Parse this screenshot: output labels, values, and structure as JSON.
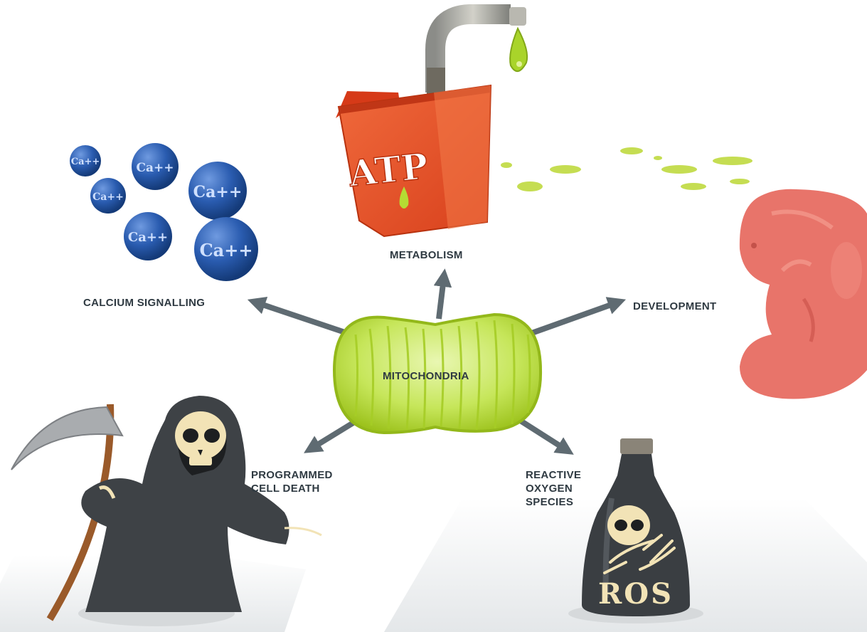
{
  "center": {
    "label": "MITOCHONDRIA"
  },
  "nodes": {
    "metabolism": {
      "label": "METABOLISM",
      "icon": "atp-bucket-icon",
      "badge": "ATP"
    },
    "calcium": {
      "label": "CALCIUM SIGNALLING",
      "icon": "calcium-ions-icon",
      "ion_text": "Ca++"
    },
    "development": {
      "label": "DEVELOPMENT",
      "icon": "embryo-icon"
    },
    "cell_death": {
      "label": "PROGRAMMED\nCELL DEATH",
      "icon": "grim-reaper-icon"
    },
    "ros": {
      "label": "REACTIVE\nOXYGEN\nSPECIES",
      "icon": "poison-bottle-icon",
      "bottle_text": "ROS"
    }
  },
  "colors": {
    "arrow": "#5f6b72",
    "label": "#2f3a42",
    "mitochondria": "#b5dc33",
    "bucket": "#e8502a",
    "ion": "#1f4f9f",
    "embryo": "#e8746a",
    "reaper": "#3e4246",
    "bottle": "#3a3e42"
  }
}
